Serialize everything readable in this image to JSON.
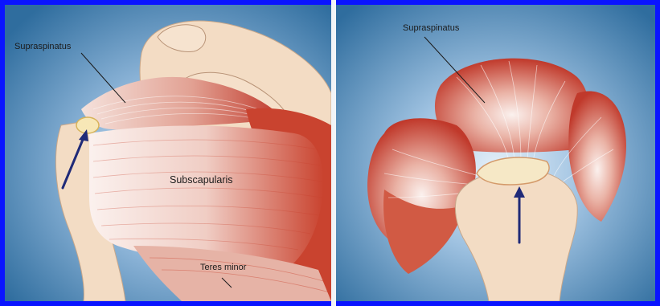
{
  "colors": {
    "frame": "#0a14ff",
    "background_center": "#d7e7f5",
    "background_edge": "#2f6d9e",
    "bone": "#f3dcc4",
    "muscle_red": "#c9432f",
    "tendon": "#f7ece6",
    "arrow": "#1f2a78"
  },
  "left_panel": {
    "labels": {
      "supraspinatus": "Supraspinatus",
      "subscapularis": "Subscapularis",
      "teres_minor": "Teres minor"
    }
  },
  "right_panel": {
    "labels": {
      "supraspinatus": "Supraspinatus"
    }
  }
}
